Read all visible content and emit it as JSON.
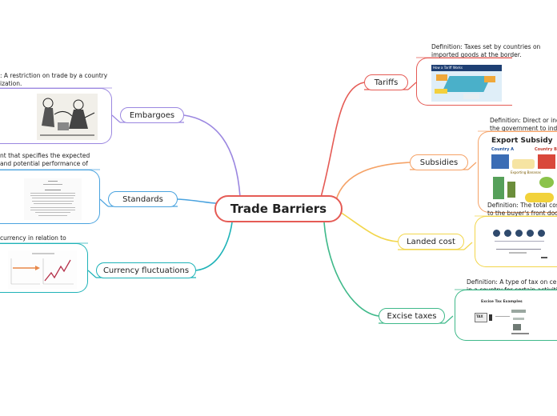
{
  "central_topic": "Trade Barriers",
  "branches": [
    {
      "id": "tariffs",
      "label": "Tariffs",
      "color": "#e55b55",
      "definition": [
        "Definition: Taxes set by countries on",
        "imported goods at the border."
      ],
      "thumb_title": "How a Tariff Works"
    },
    {
      "id": "subsidies",
      "label": "Subsidies",
      "color": "#f5a266",
      "definition": [
        "Definition: Direct or indire",
        "the government to individ"
      ],
      "thumb_title": "Export Subsidy",
      "thumb_labels": {
        "country_a": "Country A",
        "country_b": "Country B",
        "exporting": "Exporting Bananas"
      }
    },
    {
      "id": "landed-cost",
      "label": "Landed cost",
      "color": "#f2d64b",
      "definition": [
        "Definition: The total cost f",
        "to the buyer's front door."
      ]
    },
    {
      "id": "excise-taxes",
      "label": "Excise taxes",
      "color": "#3fb98a",
      "definition": [
        "Definition: A type of tax on certai",
        "in a country for certain activities."
      ],
      "thumb_title": "Excise Tax Examples",
      "thumb_tag": "TAX"
    },
    {
      "id": "embargoes",
      "label": "Embargoes",
      "color": "#9b87e0",
      "definition": [
        ": A restriction on trade by a country",
        "ization."
      ]
    },
    {
      "id": "standards",
      "label": "Standards",
      "color": "#4aa3df",
      "definition": [
        "nt that specifies the expected",
        " and potential performance of"
      ]
    },
    {
      "id": "currency-fluctuations",
      "label": "Currency fluctuations",
      "color": "#1fb3b8",
      "definition": [
        " currency in relation to"
      ]
    }
  ]
}
